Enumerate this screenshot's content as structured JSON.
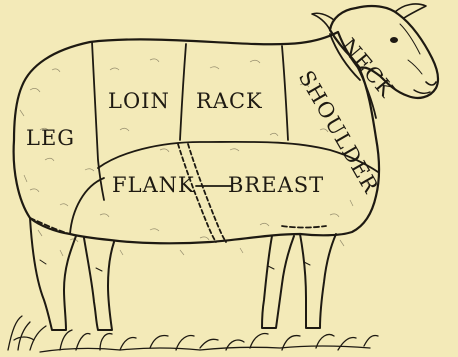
{
  "diagram": {
    "background_color": "#f3eab8",
    "ink_color": "#1e1a12",
    "cuts": {
      "leg": "LEG",
      "loin": "LOIN",
      "rack": "RACK",
      "shoulder": "SHOULDER",
      "neck": "NECK",
      "flank": "FLANK",
      "breast": "BREAST"
    }
  }
}
